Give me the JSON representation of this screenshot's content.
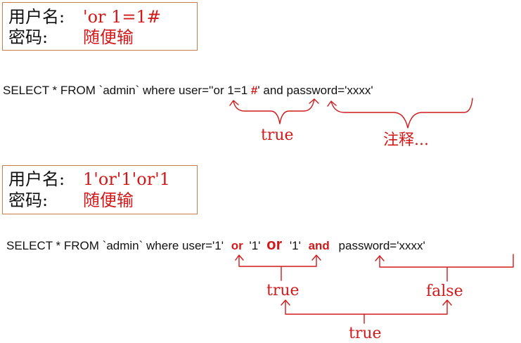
{
  "example1": {
    "username_label": "用户名:",
    "username_value": "'or 1=1#",
    "password_label": "密码:",
    "password_value": "随便输",
    "sql_prefix": "SELECT * FROM `admin` where user=''or 1=1 ",
    "sql_hash": "#",
    "sql_suffix": "' and password='xxxx'",
    "annotation_left": "true",
    "annotation_right": "注释..."
  },
  "example2": {
    "username_label": "用户名:",
    "username_value": "1'or'1'or'1",
    "password_label": "密码:",
    "password_value": "随便输",
    "sql_part1": "SELECT * FROM `admin` where user='1'",
    "sql_or1": "or",
    "sql_part2": "'1'",
    "sql_or2": "or",
    "sql_part3": "'1'",
    "sql_and": "and",
    "sql_part4": "password='xxxx'",
    "annotation_left": "true",
    "annotation_right": "false",
    "annotation_bottom": "true"
  },
  "colors": {
    "highlight": "#d2191a",
    "box_border": "#c77d4a",
    "text": "#111111"
  }
}
